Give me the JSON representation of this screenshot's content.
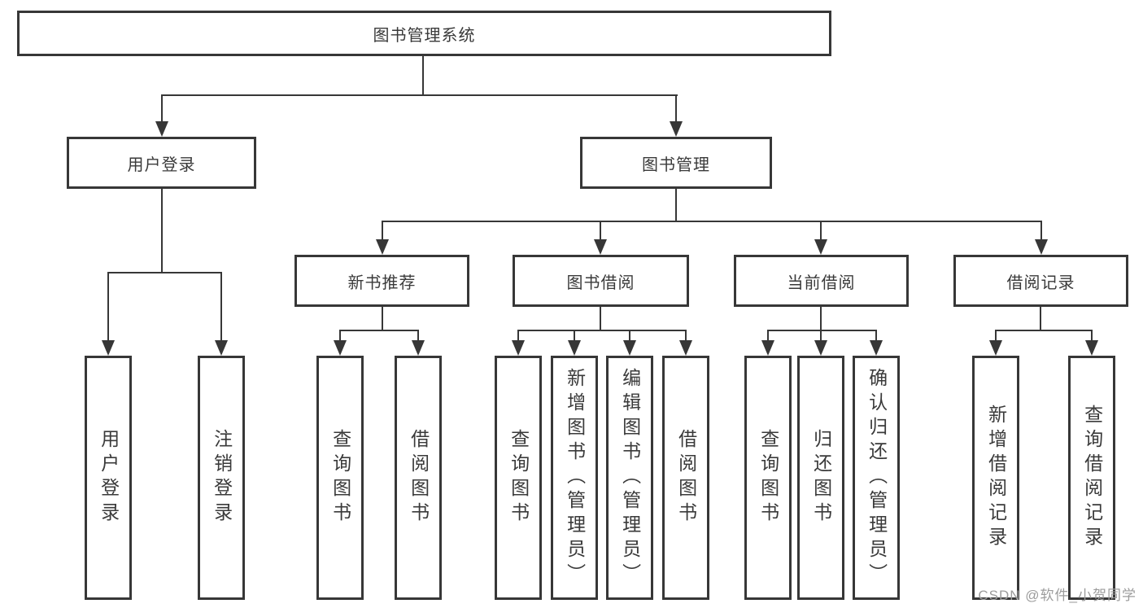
{
  "diagram": {
    "title_node": {
      "label": "图书管理系统"
    },
    "level2": [
      {
        "label": "用户登录"
      },
      {
        "label": "图书管理"
      }
    ],
    "level3": [
      {
        "label": "新书推荐"
      },
      {
        "label": "图书借阅"
      },
      {
        "label": "当前借阅"
      },
      {
        "label": "借阅记录"
      }
    ],
    "level4": [
      {
        "label": "用户登录"
      },
      {
        "label": "注销登录"
      },
      {
        "label": "查询图书"
      },
      {
        "label": "借阅图书"
      },
      {
        "label": "查询图书"
      },
      {
        "label": "新增图书（管理员）"
      },
      {
        "label": "编辑图书（管理员）"
      },
      {
        "label": "借阅图书"
      },
      {
        "label": "查询图书"
      },
      {
        "label": "归还图书"
      },
      {
        "label": "确认归还（管理员）"
      },
      {
        "label": "新增借阅记录"
      },
      {
        "label": "查询借阅记录"
      }
    ]
  },
  "watermark": {
    "text": "CSDN @软件_小贺同学"
  },
  "colors": {
    "line": "#373737",
    "text": "#3a3a3a",
    "background": "#ffffff",
    "watermark": "#9c9c9c"
  }
}
